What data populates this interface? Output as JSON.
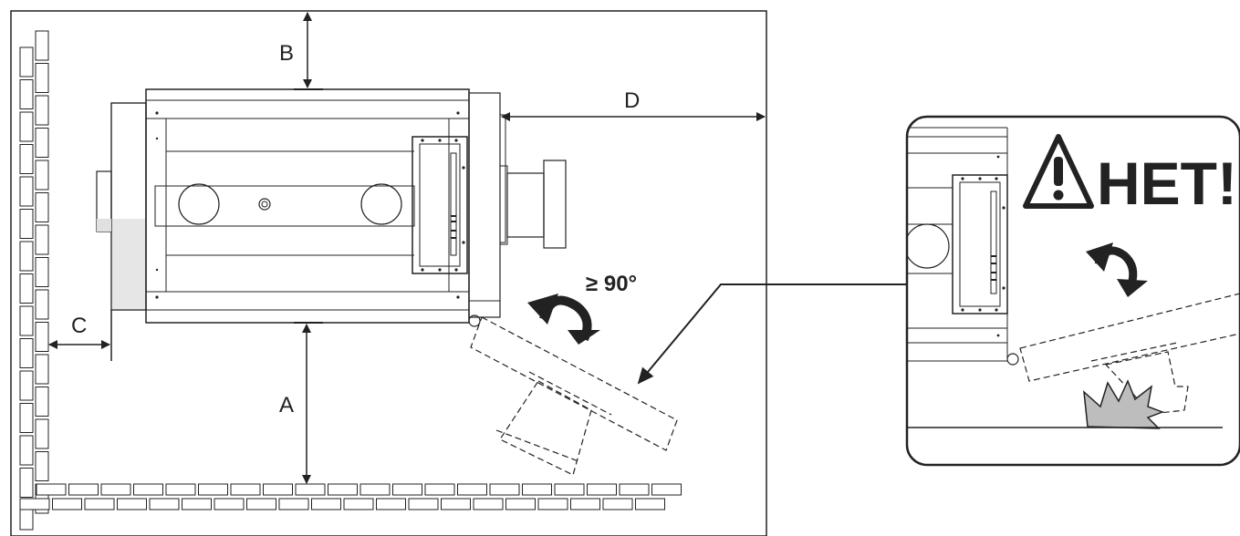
{
  "labels": {
    "a": "A",
    "b": "B",
    "c": "C",
    "d": "D",
    "angle": "≥ 90°"
  },
  "callout": {
    "warning_text": "HET!",
    "icon": "warning-triangle-icon"
  },
  "colors": {
    "line": "#222222",
    "panel_gray": "#e6e6e6",
    "splash_gray": "#bdbdbd"
  }
}
